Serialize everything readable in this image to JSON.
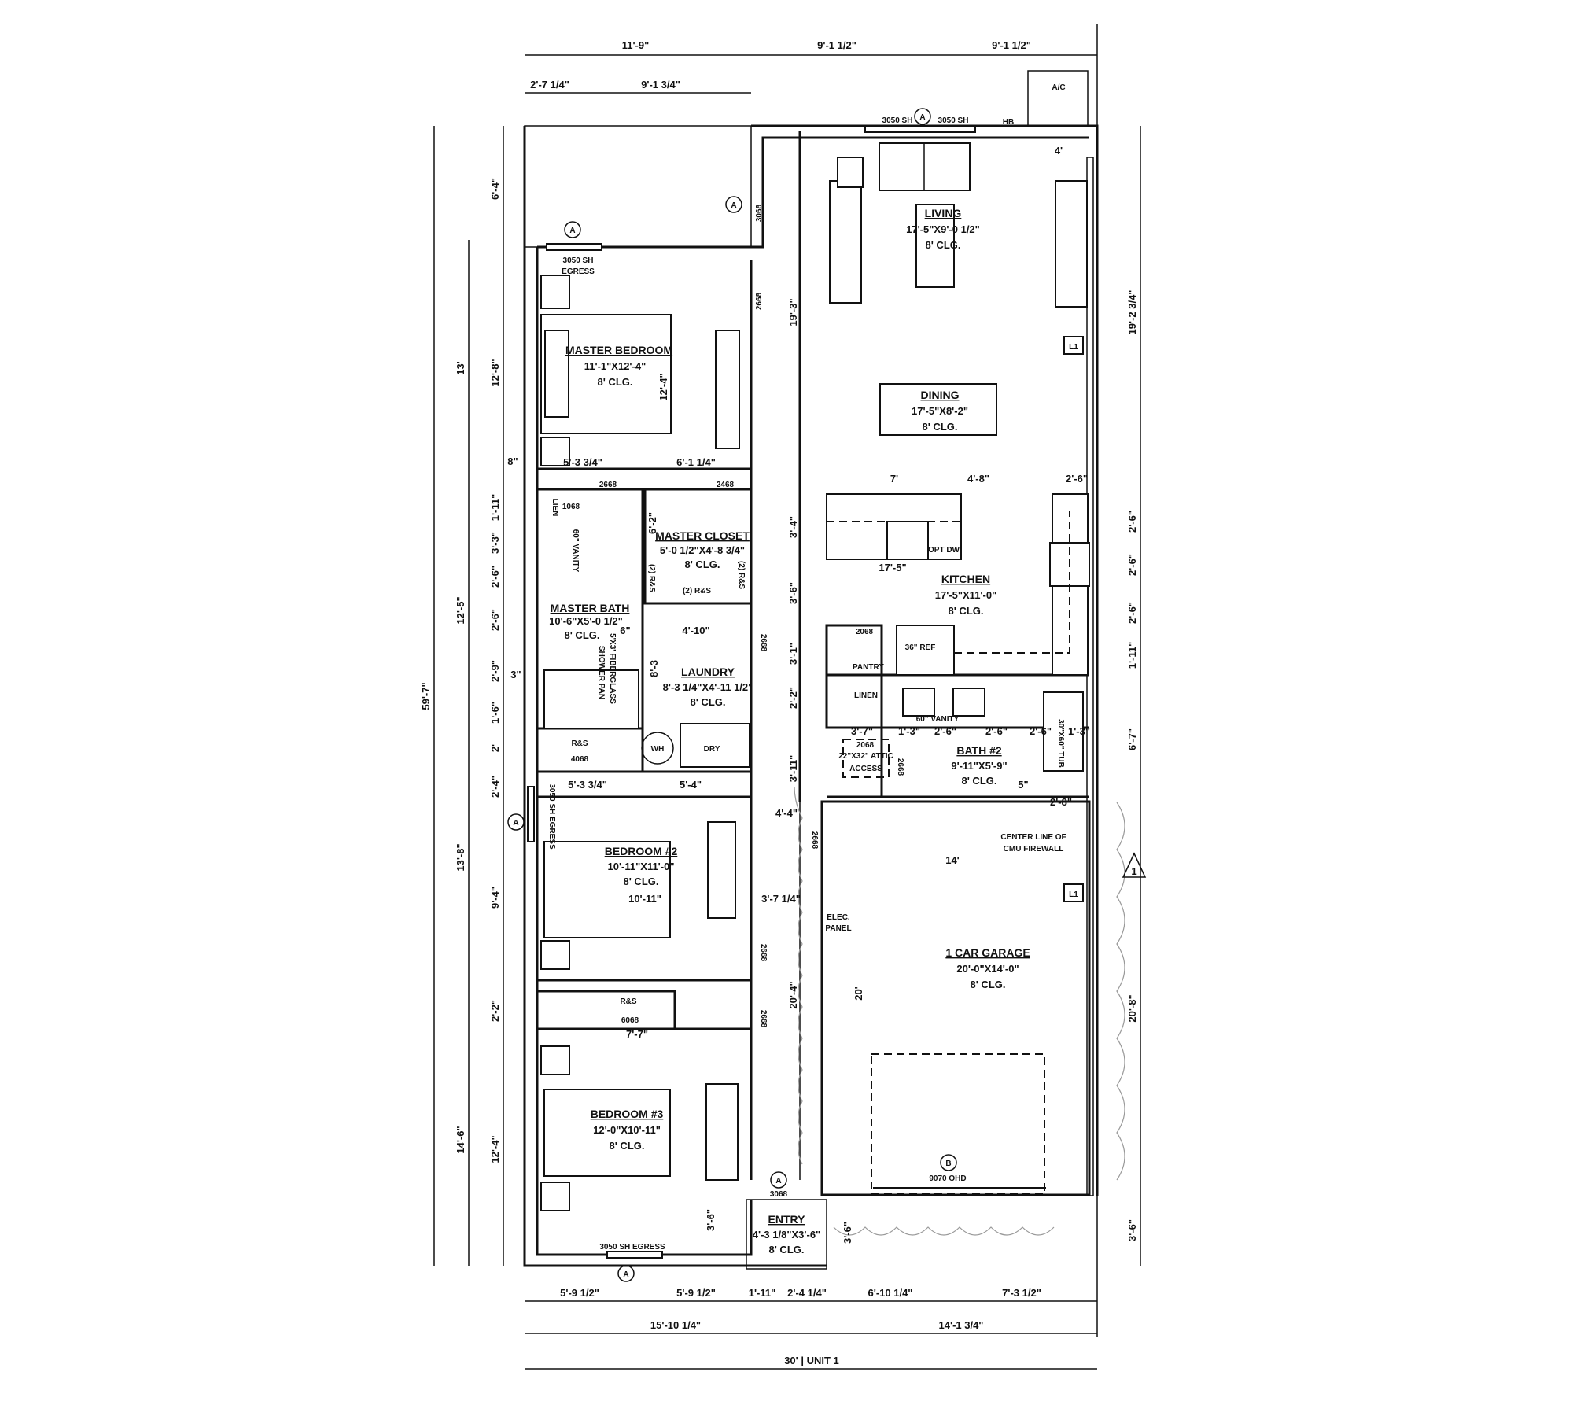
{
  "rooms": {
    "living": {
      "name": "LIVING",
      "size": "17'-5\"X9'-0 1/2\"",
      "ceiling": "8' CLG."
    },
    "dining": {
      "name": "DINING",
      "size": "17'-5\"X8'-2\"",
      "ceiling": "8' CLG."
    },
    "master_bedroom": {
      "name": "MASTER BEDROOM",
      "size": "11'-1\"X12'-4\"",
      "ceiling": "8' CLG."
    },
    "master_closet": {
      "name": "MASTER CLOSET",
      "size": "5'-0 1/2\"X4'-8 3/4\"",
      "ceiling": "8' CLG."
    },
    "master_bath": {
      "name": "MASTER BATH",
      "size": "10'-6\"X5'-0 1/2\"",
      "ceiling": "8' CLG."
    },
    "kitchen": {
      "name": "KITCHEN",
      "size": "17'-5\"X11'-0\"",
      "ceiling": "8' CLG."
    },
    "laundry": {
      "name": "LAUNDRY",
      "size": "8'-3 1/4\"X4'-11 1/2\"",
      "ceiling": "8' CLG."
    },
    "bath2": {
      "name": "BATH #2",
      "size": "9'-11\"X5'-9\"",
      "ceiling": "8' CLG."
    },
    "bedroom2": {
      "name": "BEDROOM #2",
      "size": "10'-11\"X11'-0\"",
      "ceiling": "8' CLG."
    },
    "garage": {
      "name": "1 CAR GARAGE",
      "size": "20'-0\"X14'-0\"",
      "ceiling": "8' CLG."
    },
    "bedroom3": {
      "name": "BEDROOM #3",
      "size": "12'-0\"X10'-11\"",
      "ceiling": "8' CLG."
    },
    "entry": {
      "name": "ENTRY",
      "size": "4'-3 1/8\"X3'-6\"",
      "ceiling": "8' CLG."
    }
  },
  "dimensions": {
    "top": [
      "11'-9\"",
      "9'-1 1/2\"",
      "9'-1 1/2\"",
      "2'-7 1/4\"",
      "9'-1 3/4\"",
      "4'"
    ],
    "bottom": [
      "5'-9 1/2\"",
      "5'-9 1/2\"",
      "1'-11\"",
      "2'-4 1/4\"",
      "6'-10 1/4\"",
      "7'-3 1/2\"",
      "15'-10 1/4\"",
      "14'-1 3/4\"",
      "30' | UNIT 1"
    ],
    "left_outer": "59'-7\"",
    "left_mid": [
      "13'",
      "12'-5\"",
      "13'-8\"",
      "14'-6\""
    ],
    "left_inner": [
      "6'-4\"",
      "12'-8\"",
      "8\"",
      "1'-11\"",
      "3'-3\"",
      "2'-6\"",
      "2'-6\"",
      "2'-9\"",
      "1'-6\"",
      "2'",
      "2'-4\"",
      "9'-4\"",
      "2'-2\"",
      "12'-4\"",
      "3\""
    ],
    "right": [
      "19'-2 3/4\"",
      "2'-6\"",
      "2'-6\"",
      "2'-6\"",
      "1'-11\"",
      "6'-7\"",
      "20'-8\"",
      "3'-6\""
    ],
    "interior": [
      "19'-3\"",
      "7'",
      "4'-8\"",
      "2'-6\"",
      "3'-4\"",
      "17'-5\"",
      "3'-6\"",
      "3'-1\"",
      "2'-2\"",
      "3'-11\"",
      "4'-4\"",
      "14'",
      "3'-7 1/4\"",
      "20'-4\"",
      "20'",
      "2'-8\"",
      "5'-3 3/4\"",
      "6'-1 1/4\"",
      "12'-4\"",
      "6\"",
      "4'-10\"",
      "5'-3 3/4\"",
      "5'-4\"",
      "10'-11\"",
      "7'-7\"",
      "3'-6\"",
      "3'-6\"",
      "3'-7\"",
      "1'-3\"",
      "2'-6\"",
      "2'-6\"",
      "2'-6\"",
      "1'-3\"",
      "5\"",
      "8'-3",
      "6'-2\""
    ]
  },
  "tags": {
    "win_living_1": "3050 SH",
    "win_living_2": "3050 SH",
    "hb": "HB",
    "ac": "A/C",
    "win_master_1": "3050 SH",
    "win_master_2": "EGRESS",
    "door_porch": "3068",
    "door_master": "2668",
    "door_bath": "2668",
    "door_closet": "2468",
    "linen_door": "1068",
    "linen": "LIEN",
    "vanity_master": "60\" VANITY",
    "rs_closet_1": "(2) R&S",
    "rs_closet_2": "(2) R&S",
    "rs_closet_3": "(2) R&S",
    "door_laundry": "2668",
    "shower": "5'X3' FIBERGLASS",
    "shower2": "SHOWER PAN",
    "wh": "WH",
    "dry": "DRY",
    "rs_hall": "R&S",
    "closet_hall": "4068",
    "win_bed2": "3050 SH EGRESS",
    "door_garage": "2668",
    "elec_1": "ELEC.",
    "elec_2": "PANEL",
    "firewall_1": "CENTER LINE OF",
    "firewall_2": "CMU FIREWALL",
    "l1_a": "L1",
    "l1_b": "L1",
    "door_bed2": "2668",
    "rs_bed3": "R&S",
    "closet_bed3": "6068",
    "door_bed3": "2668",
    "door_entry": "3068",
    "ohd": "9070 OHD",
    "win_bed3": "3050 SH EGRESS",
    "door_pantry": "2068",
    "ref": "36\" REF",
    "pantry": "PANTRY",
    "linen2": "LINEN",
    "vanity_bath2": "60\" VANITY",
    "tub": "30\"X60\" TUB",
    "attic_1": "22\"X32\" ATTIC",
    "attic_2": "ACCESS",
    "door_bath2": "2668",
    "opt_dw": "OPT DW",
    "door_attic": "2068"
  },
  "markers": {
    "section_a": "A",
    "section_b": "B",
    "keynote": "1"
  }
}
